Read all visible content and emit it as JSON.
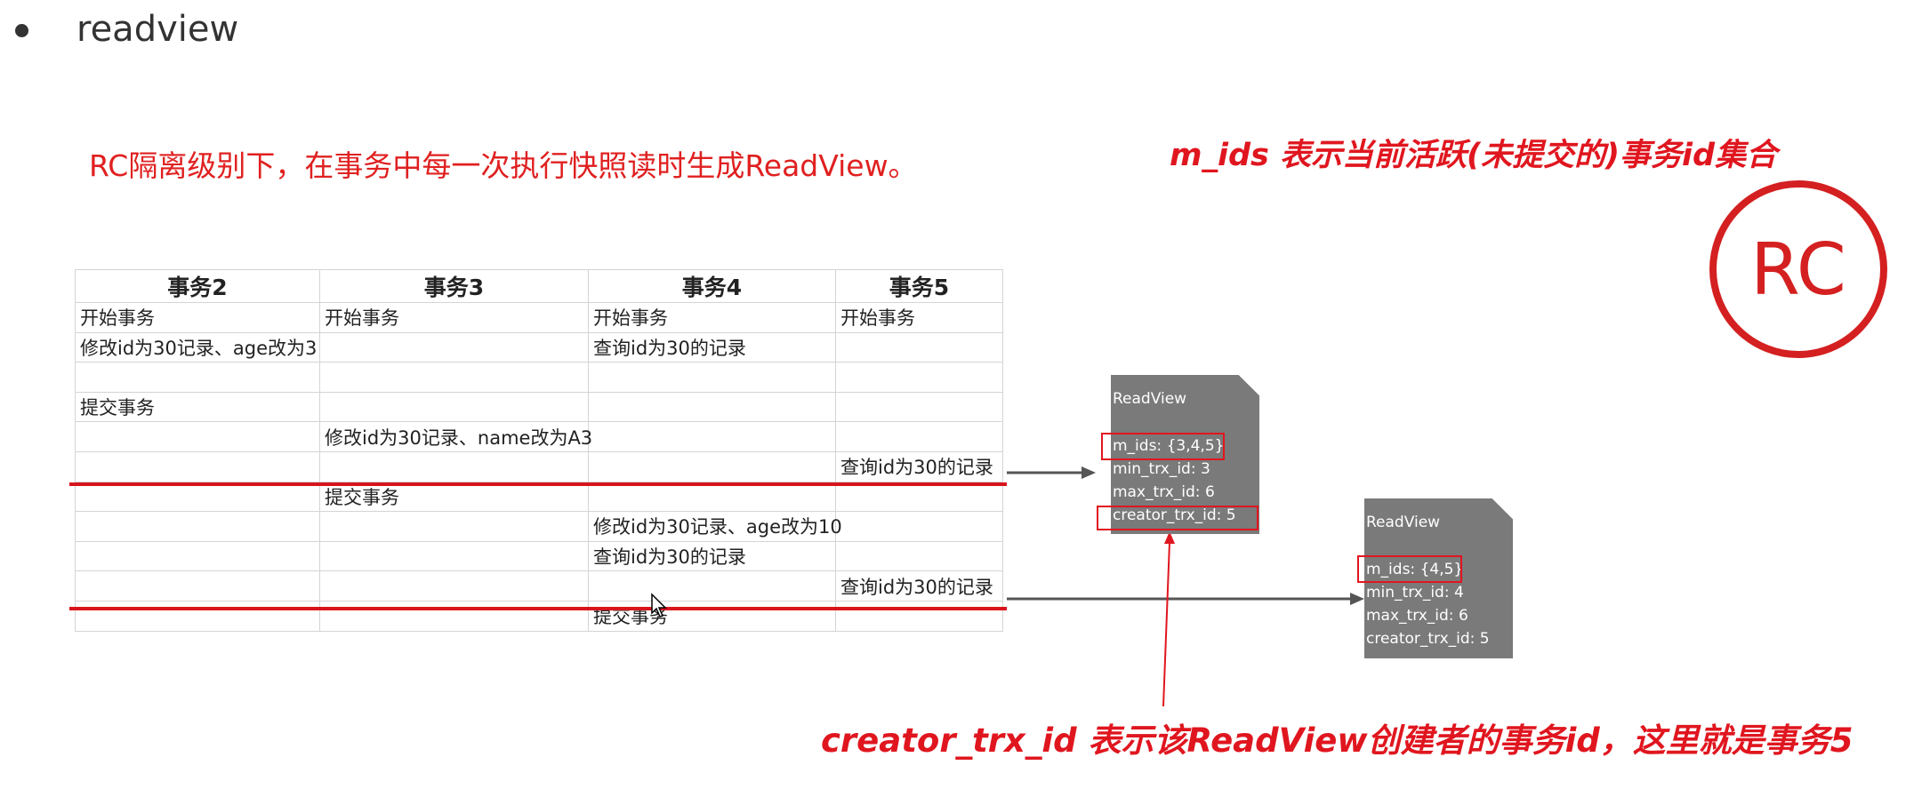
{
  "header": {
    "title": "readview"
  },
  "subtitle": "RC隔离级别下，在事务中每一次执行快照读时生成ReadView。",
  "notes": {
    "m_ids": "m_ids 表示当前活跃(未提交的)事务id集合",
    "creator": "creator_trx_id 表示该ReadView创建者的事务id，这里就是事务5"
  },
  "badge": "RC",
  "table": {
    "headers": [
      "事务2",
      "事务3",
      "事务4",
      "事务5"
    ],
    "rows": [
      [
        "开始事务",
        "开始事务",
        "开始事务",
        "开始事务"
      ],
      [
        "修改id为30记录、age改为3",
        "",
        "查询id为30的记录",
        ""
      ],
      [
        "",
        "",
        "",
        ""
      ],
      [
        "提交事务",
        "",
        "",
        ""
      ],
      [
        "",
        "修改id为30记录、name改为A3",
        "",
        ""
      ],
      [
        "",
        "",
        "",
        "查询id为30的记录"
      ],
      [
        "",
        "提交事务",
        "",
        ""
      ],
      [
        "",
        "",
        "修改id为30记录、age改为10",
        ""
      ],
      [
        "",
        "",
        "查询id为30的记录",
        ""
      ],
      [
        "",
        "",
        "",
        "查询id为30的记录"
      ],
      [
        "",
        "",
        "提交事务",
        ""
      ]
    ]
  },
  "readviews": [
    {
      "title": "ReadView",
      "m_ids": "m_ids: {3,4,5}",
      "min_trx_id": "min_trx_id: 3",
      "max_trx_id": "max_trx_id: 6",
      "creator_trx_id": "creator_trx_id: 5"
    },
    {
      "title": "ReadView",
      "m_ids": "m_ids: {4,5}",
      "min_trx_id": "min_trx_id: 4",
      "max_trx_id": "max_trx_id: 6",
      "creator_trx_id": "creator_trx_id: 5"
    }
  ],
  "colors": {
    "accent_red": "#e0161f",
    "card_gray": "#7a7a7a",
    "arrow_gray": "#555555"
  }
}
